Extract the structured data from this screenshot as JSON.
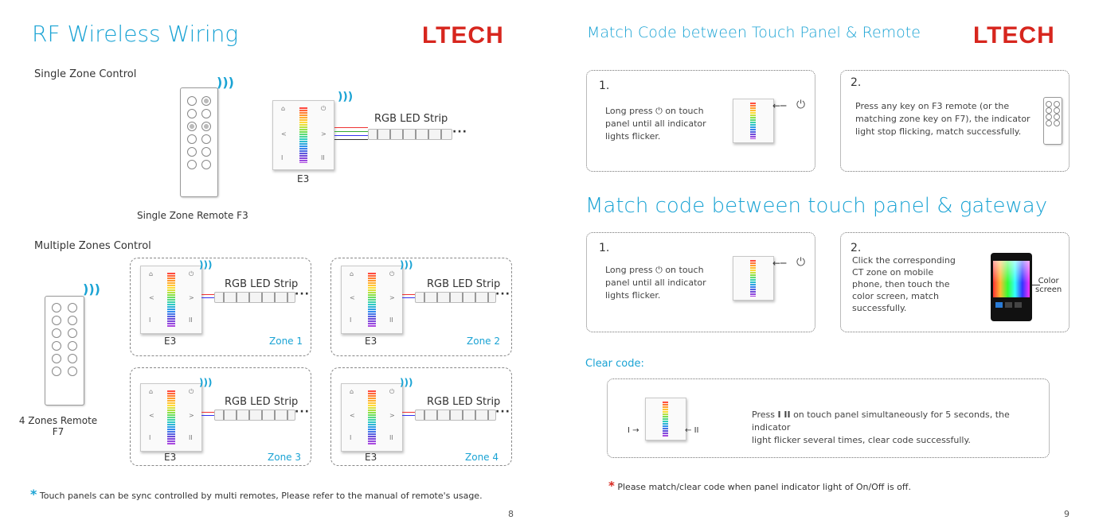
{
  "left": {
    "title": "RF Wireless Wiring",
    "logo": "LTECH",
    "single_zone_label": "Single Zone Control",
    "multi_zone_label": "Multiple Zones Control",
    "rgb_strip_label": "RGB LED Strip",
    "e3_label": "E3",
    "single_remote_caption": "Single Zone Remote F3",
    "four_zone_caption_line1": "4 Zones Remote",
    "four_zone_caption_line2": "F7",
    "zones": [
      "Zone 1",
      "Zone 2",
      "Zone 3",
      "Zone 4"
    ],
    "footnote": "Touch panels can be sync controlled by multi remotes, Please refer to the manual of remote's usage.",
    "page_number": "8"
  },
  "right": {
    "title": "Match Code between Touch Panel & Remote",
    "logo": "LTECH",
    "step1_num": "1.",
    "step1_text_line1": "Long press",
    "step1_text_line1b": "on touch",
    "step1_text_line2": "panel until all indicator",
    "step1_text_line3": "lights flicker.",
    "step2_num": "2.",
    "step2_text_line1": "Press any key on F3 remote (or the",
    "step2_text_line2": "matching zone key on F7), the indicator",
    "step2_text_line3": "light stop flicking, match successfully.",
    "gateway_title": "Match code between touch panel & gateway",
    "gw_step1_num": "1.",
    "gw_step1_line1": "Long press",
    "gw_step1_line1b": "on touch",
    "gw_step1_line2": "panel until all indicator",
    "gw_step1_line3": "lights flicker.",
    "gw_step2_num": "2.",
    "gw_step2_line1": "Click the corresponding",
    "gw_step2_line2": "CT zone on mobile",
    "gw_step2_line3": "phone, then touch the",
    "gw_step2_line4": "color screen, match",
    "gw_step2_line5": "successfully.",
    "color_screen_line1": "Color",
    "color_screen_line2": "screen",
    "clear_code_title": "Clear code:",
    "clear_text_line1a": "Press",
    "clear_text_keys": "I  II",
    "clear_text_line1b": "on touch panel simultaneously for 5 seconds, the indicator",
    "clear_text_line2": "light flicker several times, clear code successfully.",
    "key_i": "I",
    "key_ii": "II",
    "footnote": "Please match/clear code when panel indicator light of On/Off is off.",
    "page_number": "9"
  },
  "colors": {
    "accent": "#1aa3d4",
    "logo": "#d7261e",
    "asterisk_left": "#1aa3d4",
    "asterisk_right": "#d7261e"
  },
  "icons": [
    "wireless-signal-icon",
    "power-icon",
    "asterisk-icon"
  ]
}
